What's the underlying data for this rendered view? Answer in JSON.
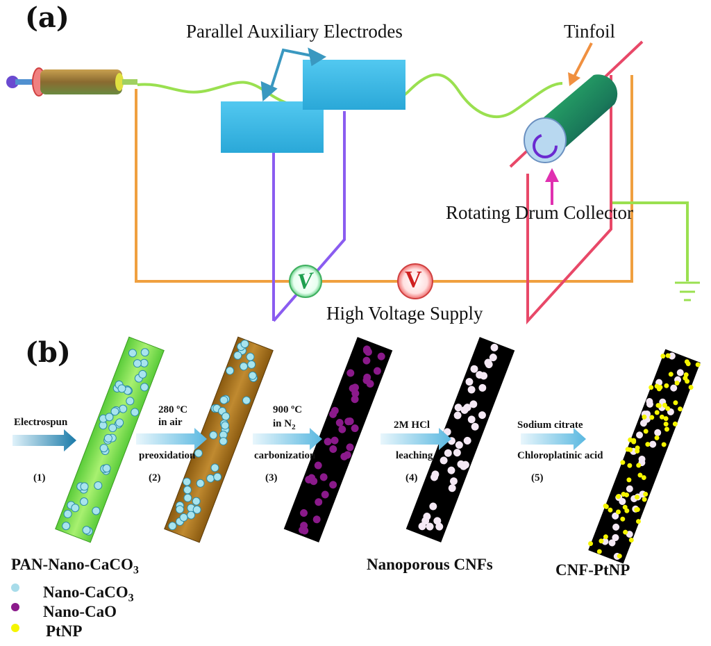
{
  "panel_a": {
    "label": "(a)",
    "electrodes_label": "Parallel Auxiliary Electrodes",
    "tinfoil_label": "Tinfoil",
    "collector_label": "Rotating Drum Collector",
    "supply_label": "High Voltage Supply",
    "meter_symbol": "V"
  },
  "panel_b": {
    "label": "(b)",
    "steps": [
      {
        "top": "Electrospun",
        "top2": "",
        "bottom": "",
        "number": "(1)"
      },
      {
        "top": "280 ºC",
        "top2": "in air",
        "bottom": "preoxidation",
        "number": "(2)"
      },
      {
        "top": "900 ºC",
        "top2": "in N",
        "top2_sub": "2",
        "bottom": "carbonization",
        "number": "(3)"
      },
      {
        "top": "2M HCl",
        "top2": "",
        "bottom": "leaching",
        "number": "(4)"
      },
      {
        "top": "Sodium citrate",
        "top2": "",
        "bottom": "Chloroplatinic acid",
        "number": "(5)"
      }
    ],
    "fiber_labels": {
      "pan": "PAN-Nano-CaCO",
      "pan_sub": "3",
      "nanoporous": "Nanoporous CNFs",
      "cnf_ptnp": "CNF-PtNP"
    },
    "legend": [
      {
        "name": "Nano-CaCO",
        "sub": "3",
        "color": "#a8dcea"
      },
      {
        "name": "Nano-CaO",
        "sub": "",
        "color": "#8b1a8b"
      },
      {
        "name": "PtNP",
        "sub": "",
        "color": "#f5f500"
      }
    ]
  },
  "colors": {
    "orange_wire": "#f0a040",
    "purple_wire": "#8a5cf0",
    "red_wire": "#e84868",
    "green_wire": "#9ae050",
    "electrode": "#3cb8e0",
    "arrow_blue": "#4aa8d0"
  }
}
